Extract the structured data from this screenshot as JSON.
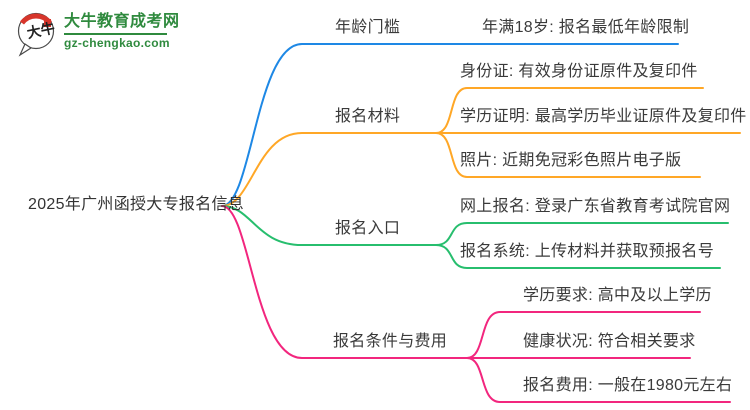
{
  "site": {
    "logo_icon_text": "大牛",
    "logo_title": "大牛教育成考网",
    "logo_domain": "gz-chengkao.com",
    "brand_green": "#2f8a3e",
    "brand_red": "#d7352b"
  },
  "mindmap": {
    "root": {
      "label": "2025年广州函授大专报名信息",
      "text_color": "#333333"
    },
    "branches": [
      {
        "label": "年龄门槛",
        "color": "#1e88e5",
        "children": [
          {
            "label": "年满18岁: 报名最低年龄限制"
          }
        ]
      },
      {
        "label": "报名材料",
        "color": "#ffa726",
        "children": [
          {
            "label": "身份证: 有效身份证原件及复印件"
          },
          {
            "label": "学历证明: 最高学历毕业证原件及复印件"
          },
          {
            "label": "照片: 近期免冠彩色照片电子版"
          }
        ]
      },
      {
        "label": "报名入口",
        "color": "#27be6e",
        "children": [
          {
            "label": "网上报名: 登录广东省教育考试院官网"
          },
          {
            "label": "报名系统: 上传材料并获取预报名号"
          }
        ]
      },
      {
        "label": "报名条件与费用",
        "color": "#f2267e",
        "children": [
          {
            "label": "学历要求: 高中及以上学历"
          },
          {
            "label": "健康状况: 符合相关要求"
          },
          {
            "label": "报名费用: 一般在1980元左右"
          }
        ]
      }
    ]
  }
}
